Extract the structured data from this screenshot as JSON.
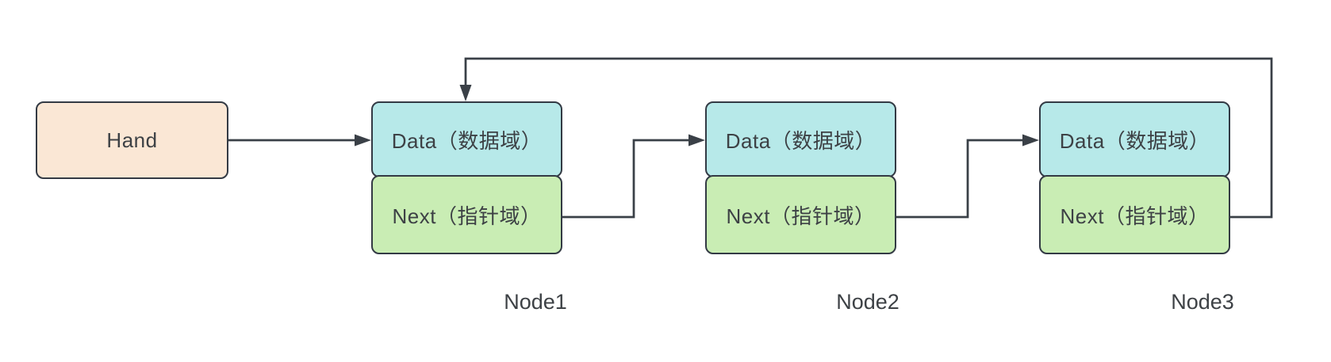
{
  "diagram": {
    "head": {
      "label": "Hand"
    },
    "nodes": [
      {
        "name": "Node1",
        "data_label": "Data（数据域）",
        "next_label": "Next（指针域）"
      },
      {
        "name": "Node2",
        "data_label": "Data（数据域）",
        "next_label": "Next（指针域）"
      },
      {
        "name": "Node3",
        "data_label": "Data（数据域）",
        "next_label": "Next（指针域）"
      }
    ],
    "edges": [
      {
        "from": "Hand",
        "to": "Node1 Data"
      },
      {
        "from": "Node1 Next",
        "to": "Node2 Data"
      },
      {
        "from": "Node2 Next",
        "to": "Node3 Data"
      },
      {
        "from": "Node3 Next",
        "to": "Node1 Data"
      }
    ],
    "colors": {
      "head_fill": "#fae7d5",
      "data_fill": "#b7e9e9",
      "next_fill": "#c9edb4",
      "border": "#333a44",
      "line": "#3a4047",
      "text": "#3d4145",
      "background": "#ffffff"
    }
  }
}
